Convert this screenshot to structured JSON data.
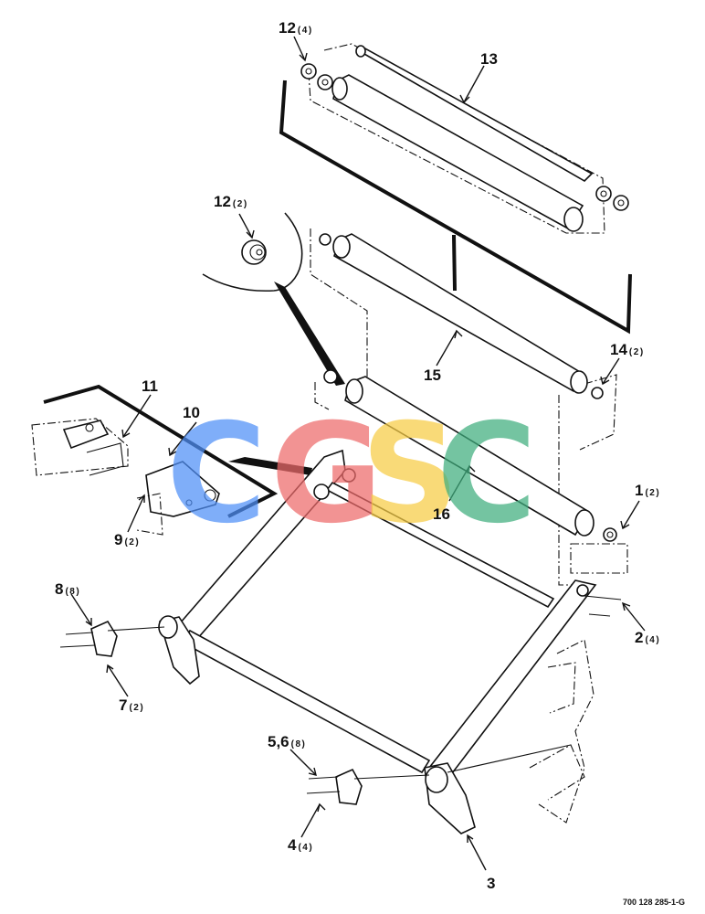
{
  "callouts": [
    {
      "num": "12",
      "qty": "(4)"
    },
    {
      "num": "13",
      "qty": ""
    },
    {
      "num": "12",
      "qty": "(2)"
    },
    {
      "num": "14",
      "qty": "(2)"
    },
    {
      "num": "15",
      "qty": ""
    },
    {
      "num": "11",
      "qty": ""
    },
    {
      "num": "10",
      "qty": ""
    },
    {
      "num": "16",
      "qty": ""
    },
    {
      "num": "1",
      "qty": "(2)"
    },
    {
      "num": "9",
      "qty": "(2)"
    },
    {
      "num": "8",
      "qty": "(8)"
    },
    {
      "num": "2",
      "qty": "(4)"
    },
    {
      "num": "7",
      "qty": "(2)"
    },
    {
      "num": "5,6",
      "qty": "(8)"
    },
    {
      "num": "4",
      "qty": "(4)"
    },
    {
      "num": "3",
      "qty": ""
    }
  ],
  "watermark": {
    "letters": [
      "C",
      "G",
      "S",
      "C"
    ],
    "colors": [
      "#4f8ff7",
      "#ee6a6a",
      "#f7cc45",
      "#3fae7e"
    ]
  },
  "drawing_number": "700 128 285-1-G"
}
